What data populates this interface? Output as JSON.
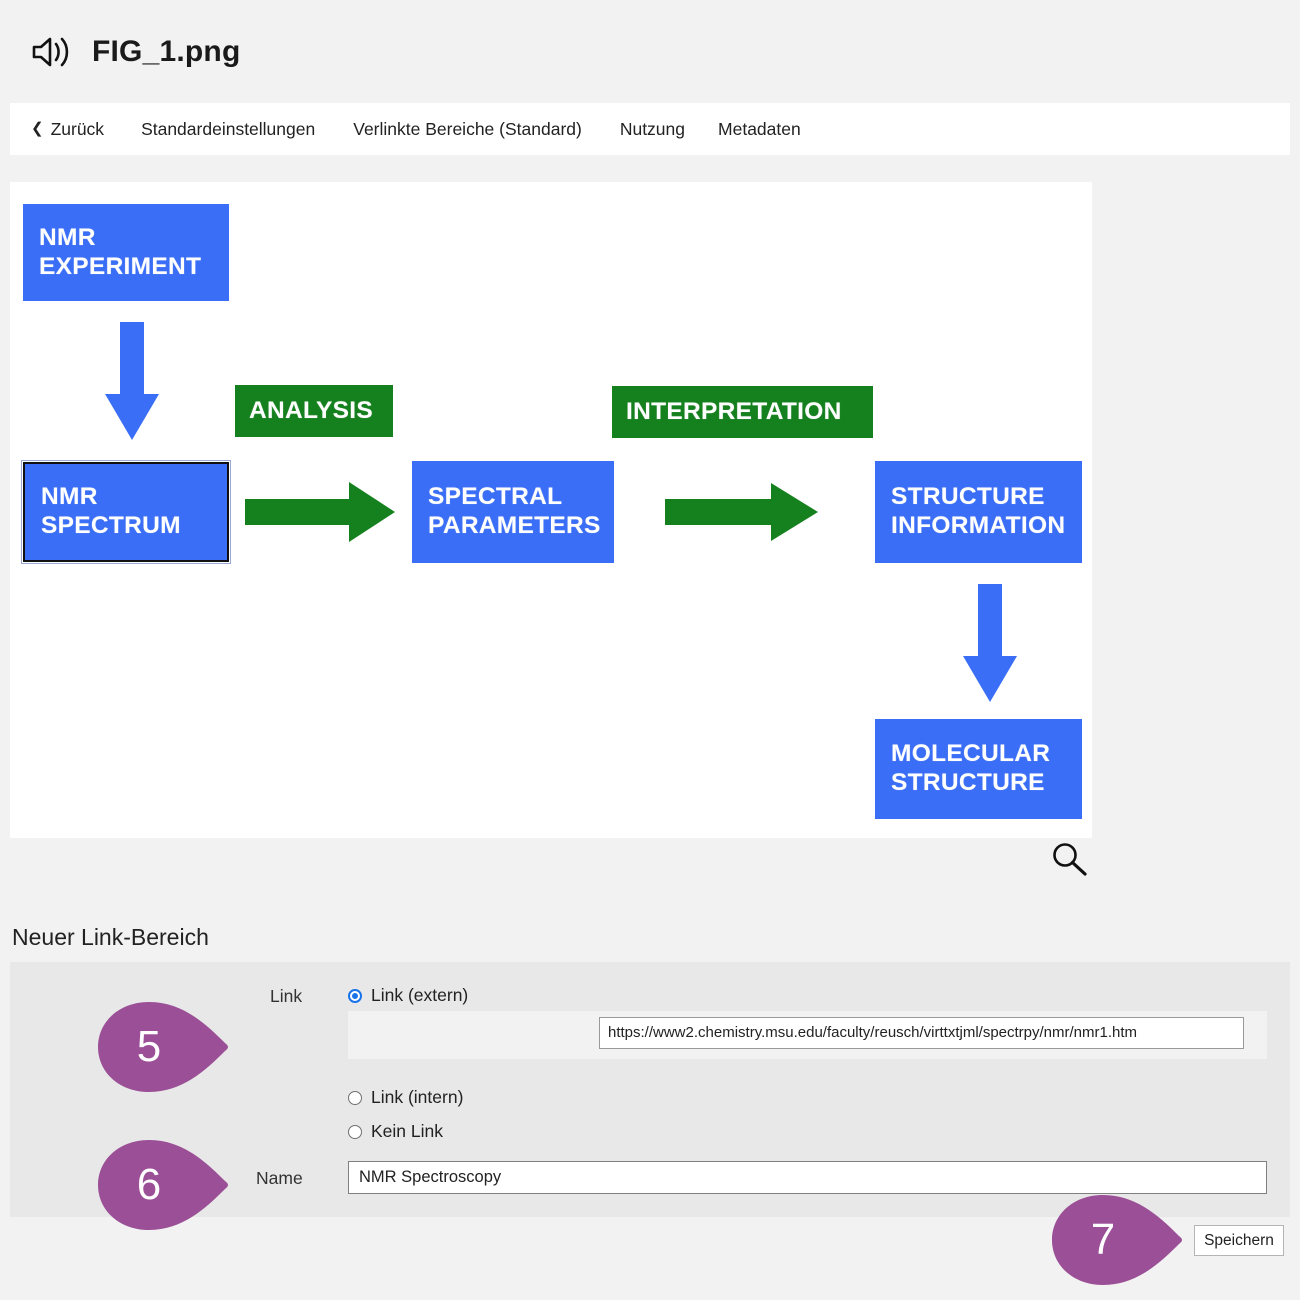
{
  "header": {
    "audio_icon": "speaker-icon",
    "title": "FIG_1.png"
  },
  "nav": {
    "back_chevron": "❮",
    "back_label": "Zurück",
    "items": [
      {
        "label": "Standardeinstellungen"
      },
      {
        "label": "Verlinkte Bereiche (Standard)"
      },
      {
        "label": "Nutzung"
      },
      {
        "label": "Metadaten"
      }
    ]
  },
  "image_panel": {
    "zoom_icon": "magnifier-icon",
    "colors": {
      "node_blue": "#3a6ef6",
      "node_green": "#15801e",
      "panel_bg": "#ffffff"
    },
    "nodes": [
      {
        "id": "experiment",
        "line1": "NMR",
        "line2": "EXPERIMENT",
        "color": "blue",
        "selected": false
      },
      {
        "id": "spectrum",
        "line1": "NMR",
        "line2": "SPECTRUM",
        "color": "blue",
        "selected": true
      },
      {
        "id": "analysis",
        "line1": "ANALYSIS",
        "line2": "",
        "color": "green",
        "selected": false
      },
      {
        "id": "parameters",
        "line1": "SPECTRAL",
        "line2": "PARAMETERS",
        "color": "blue",
        "selected": false
      },
      {
        "id": "interpretation",
        "line1": "INTERPRETATION",
        "line2": "",
        "color": "green",
        "selected": false
      },
      {
        "id": "structinfo",
        "line1": "STRUCTURE",
        "line2": "INFORMATION",
        "color": "blue",
        "selected": false
      },
      {
        "id": "molstruct",
        "line1": "MOLECULAR",
        "line2": "STRUCTURE",
        "color": "blue",
        "selected": false
      }
    ],
    "arrows": [
      {
        "id": "experiment-to-spectrum",
        "direction": "down",
        "color": "blue"
      },
      {
        "id": "spectrum-to-parameters",
        "direction": "right",
        "color": "green"
      },
      {
        "id": "parameters-to-structinfo",
        "direction": "right",
        "color": "green"
      },
      {
        "id": "structinfo-to-molstruct",
        "direction": "down",
        "color": "blue"
      }
    ]
  },
  "form": {
    "section_title": "Neuer Link-Bereich",
    "link_label": "Link",
    "name_label": "Name",
    "radios": [
      {
        "id": "extern",
        "label": "Link (extern)",
        "checked": true
      },
      {
        "id": "intern",
        "label": "Link (intern)",
        "checked": false
      },
      {
        "id": "kein",
        "label": "Kein Link",
        "checked": false
      }
    ],
    "url_value": "https://www2.chemistry.msu.edu/faculty/reusch/virttxtjml/spectrpy/nmr/nmr1.htm",
    "name_value": "NMR Spectroscopy",
    "save_label": "Speichern"
  },
  "callouts": [
    {
      "number": "5",
      "target": "link-extern-url"
    },
    {
      "number": "6",
      "target": "name-field"
    },
    {
      "number": "7",
      "target": "save-button"
    }
  ],
  "theme": {
    "callout_purple": "#9a4f96",
    "page_bg": "#f2f2f2",
    "panel_bg": "#e8e8e8",
    "accent_radio": "#1a73e8"
  }
}
